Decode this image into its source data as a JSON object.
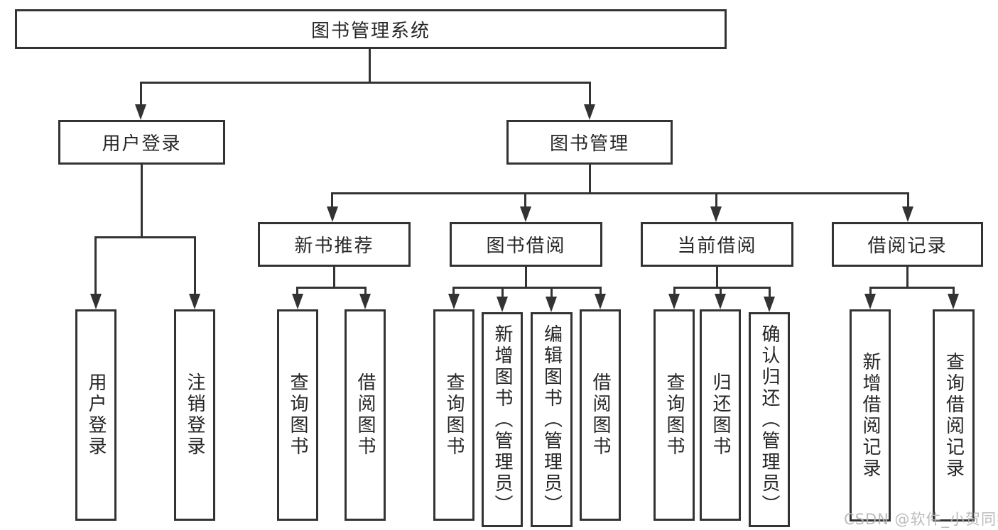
{
  "tree": {
    "label": "图书管理系统",
    "children": [
      {
        "label": "用户登录",
        "children": [
          {
            "label": "用户登录"
          },
          {
            "label": "注销登录"
          }
        ]
      },
      {
        "label": "图书管理",
        "children": [
          {
            "label": "新书推荐",
            "children": [
              {
                "label": "查询图书"
              },
              {
                "label": "借阅图书"
              }
            ]
          },
          {
            "label": "图书借阅",
            "children": [
              {
                "label": "查询图书"
              },
              {
                "label": "新增图书（管理员）"
              },
              {
                "label": "编辑图书（管理员）"
              },
              {
                "label": "借阅图书"
              }
            ]
          },
          {
            "label": "当前借阅",
            "children": [
              {
                "label": "查询图书"
              },
              {
                "label": "归还图书"
              },
              {
                "label": "确认归还（管理员）"
              }
            ]
          },
          {
            "label": "借阅记录",
            "children": [
              {
                "label": "新增借阅记录"
              },
              {
                "label": "查询借阅记录"
              }
            ]
          }
        ]
      }
    ]
  },
  "watermark": {
    "text": "CSDN @软件_小贺同学"
  },
  "colors": {
    "line": "#333333",
    "text": "#262626",
    "watermark": "#b5b5b5",
    "background": "#ffffff"
  }
}
